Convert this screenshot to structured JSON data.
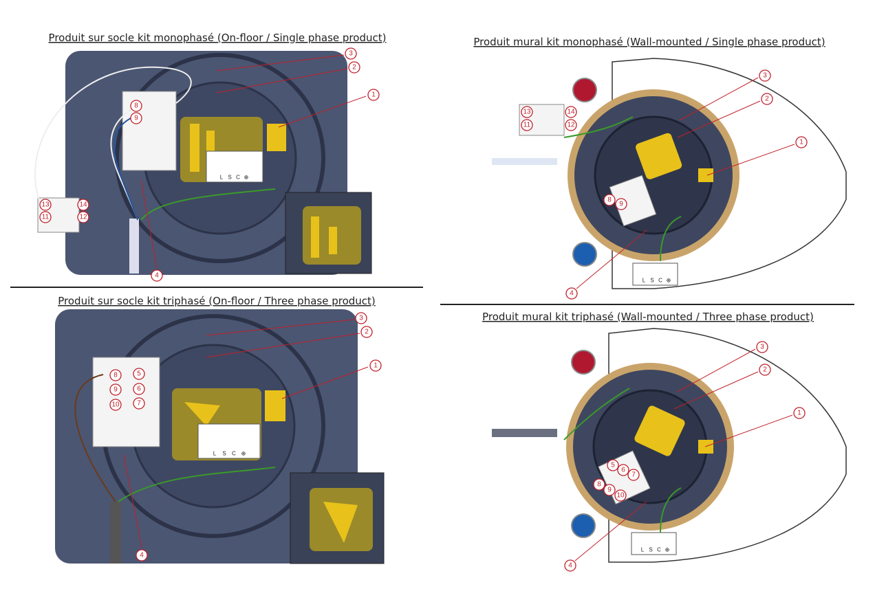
{
  "panels": [
    {
      "title": "Produit sur socle kit monophasé (On-floor / Single phase product)",
      "callouts": [
        "3",
        "2",
        "1",
        "8",
        "9",
        "13",
        "14",
        "11",
        "12",
        "4"
      ]
    },
    {
      "title": "Produit sur socle kit triphasé (On-floor / Three phase product)",
      "callouts": [
        "3",
        "2",
        "1",
        "8",
        "9",
        "10",
        "5",
        "6",
        "7",
        "4"
      ]
    },
    {
      "title": "Produit mural kit monophasé (Wall-mounted / Single phase product)",
      "callouts": [
        "3",
        "2",
        "1",
        "13",
        "14",
        "11",
        "12",
        "8",
        "9",
        "4"
      ]
    },
    {
      "title": "Produit mural kit triphasé (Wall-mounted / Three phase product)",
      "callouts": [
        "3",
        "2",
        "1",
        "5",
        "6",
        "7",
        "8",
        "9",
        "10",
        "4"
      ]
    }
  ],
  "terminal_labels": [
    "L",
    "S",
    "C",
    "⊕"
  ],
  "colors": {
    "callout": "#c0202a",
    "plate": "#4b5672",
    "element": "#e8c21a",
    "board": "#9a8a2a"
  }
}
